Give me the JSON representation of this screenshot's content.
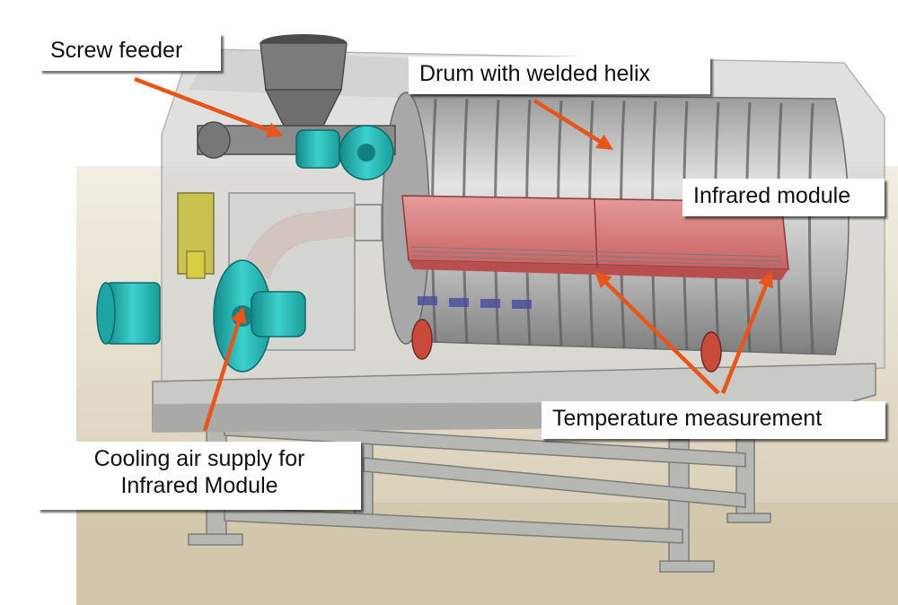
{
  "figure": {
    "labels": {
      "screw_feeder": "Screw feeder",
      "drum": "Drum with welded helix",
      "infrared_module": "Infrared module",
      "temperature": "Temperature measurement",
      "cooling_line1": "Cooling air supply for",
      "cooling_line2": "Infrared Module"
    },
    "colors": {
      "arrow": "#e8541a",
      "infrared_module": "#d9787a",
      "motor": "#2fb8b8",
      "duct": "#c83a2a",
      "frame": "#b9b9b6",
      "housing": "#d8d8d6",
      "floor": "#d9cfb6"
    }
  }
}
